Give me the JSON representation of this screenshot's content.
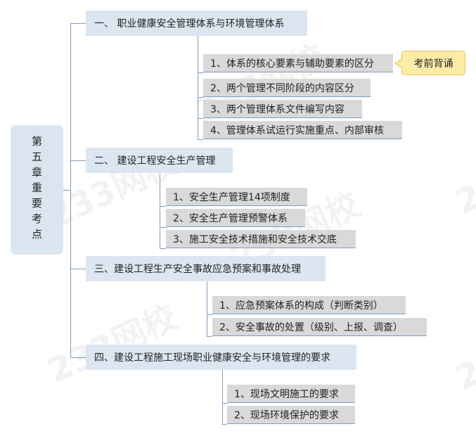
{
  "watermark": "233网校",
  "root": {
    "label": "第五章重要考点"
  },
  "sections": [
    {
      "label": "一、 职业健康安全管理体系与环境管理体系",
      "items": [
        "1、体系的核心要素与辅助要素的区分",
        "2、两个管理不同阶段的内容区分",
        "3、两个管理体系文件编写内容",
        "4、管理体系试运行实施重点、内部审核"
      ],
      "callout": "考前背诵"
    },
    {
      "label": "二、 建设工程安全生产管理",
      "items": [
        "1、安全生产管理14项制度",
        "2、安全生产管理预警体系",
        "3、施工安全技术措施和安全技术交底"
      ]
    },
    {
      "label": "三、建设工程生产安全事故应急预案和事故处理",
      "items": [
        "1、应急预案体系的构成（判断类别）",
        "2、安全事故的处置（级别、上报、调查）"
      ]
    },
    {
      "label": "四、建设工程施工现场职业健康安全与环境管理的要求",
      "items": [
        "1、现场文明施工的要求",
        "2、现场环境保护的要求"
      ]
    }
  ]
}
